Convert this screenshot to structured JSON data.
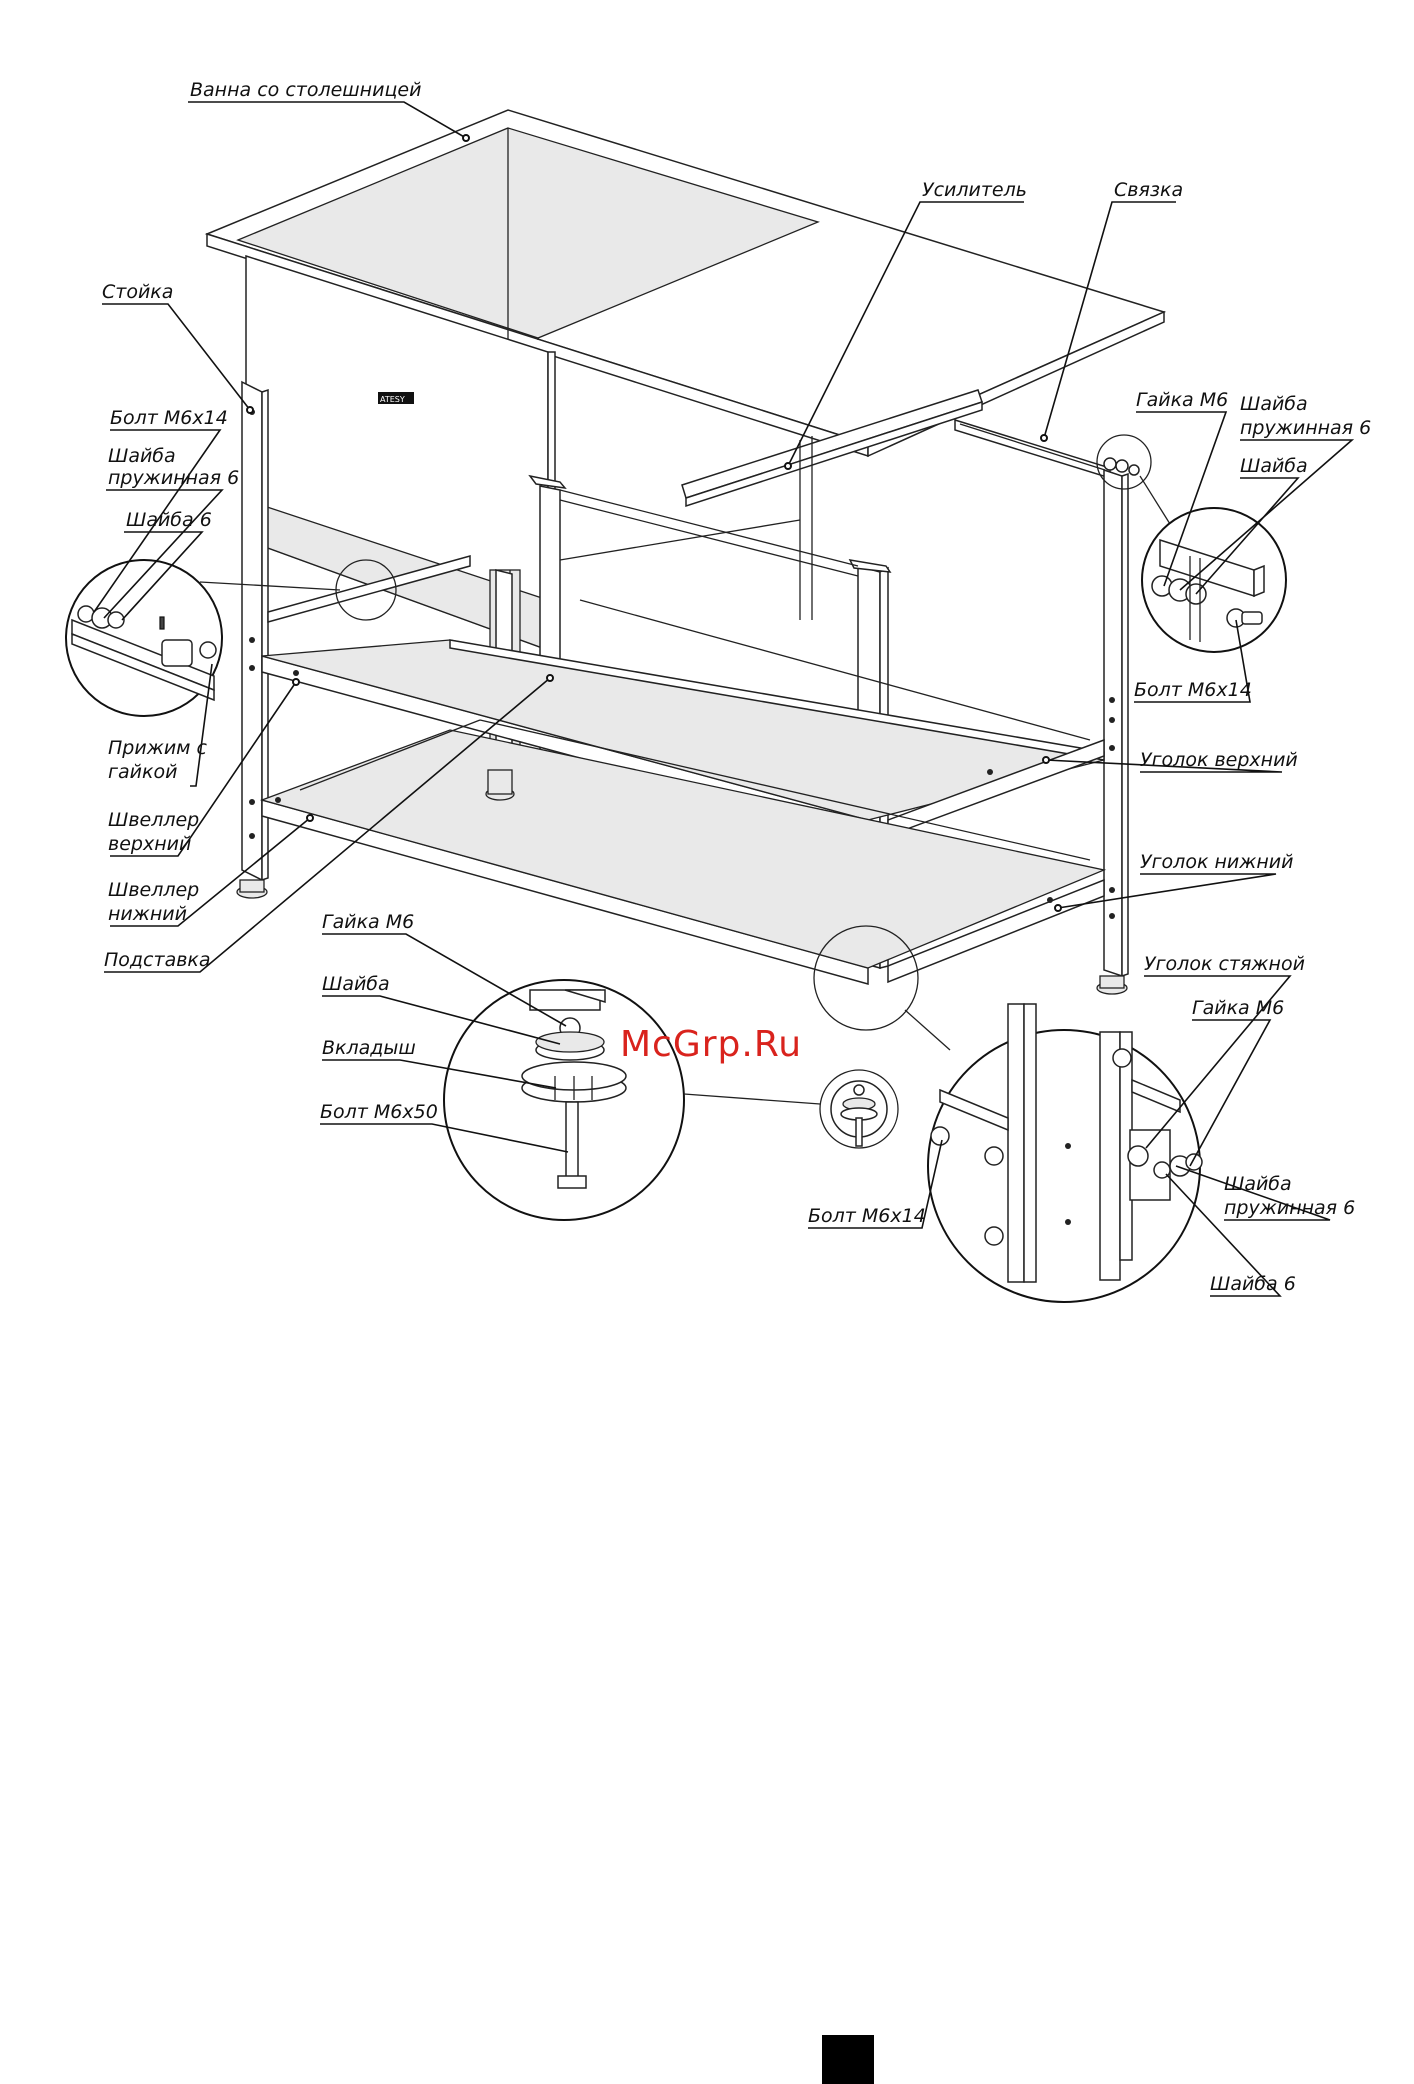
{
  "labels": {
    "tub_with_top": "Ванна со столешницей",
    "reinforcer": "Усилитель",
    "tie": "Связка",
    "post": "Стойка",
    "bolt_m6x14_left": "Болт М6х14",
    "spring_washer_6_left_1": "Шайба",
    "spring_washer_6_left_2": "пружинная 6",
    "washer_6_left": "Шайба 6",
    "clamp_nut_1": "Прижим с",
    "clamp_nut_2": "гайкой",
    "channel_upper_1": "Швеллер",
    "channel_upper_2": "верхний",
    "channel_lower_1": "Швеллер",
    "channel_lower_2": "нижний",
    "stand": "Подставка",
    "nut_m6_right": "Гайка М6",
    "spring_washer_6_right_1": "Шайба",
    "spring_washer_6_right_2": "пружинная 6",
    "washer_right": "Шайба",
    "bolt_m6x14_right": "Болт М6х14",
    "angle_upper": "Уголок верхний",
    "angle_lower": "Уголок нижний",
    "nut_m6_foot": "Гайка М6",
    "washer_foot": "Шайба",
    "insert_foot": "Вкладыш",
    "bolt_m6x50": "Болт М6х50",
    "angle_tie": "Уголок стяжной",
    "nut_m6_bottom": "Гайка М6",
    "spring_washer_6_bottom_1": "Шайба",
    "spring_washer_6_bottom_2": "пружинная 6",
    "washer_6_bottom": "Шайба 6",
    "bolt_m6x14_bottom": "Болт М6х14"
  },
  "watermark": "McGrp.Ru",
  "brand_plate": "ATESY",
  "colors": {
    "line": "#111111",
    "watermark": "#d9231d",
    "background": "#ffffff"
  }
}
